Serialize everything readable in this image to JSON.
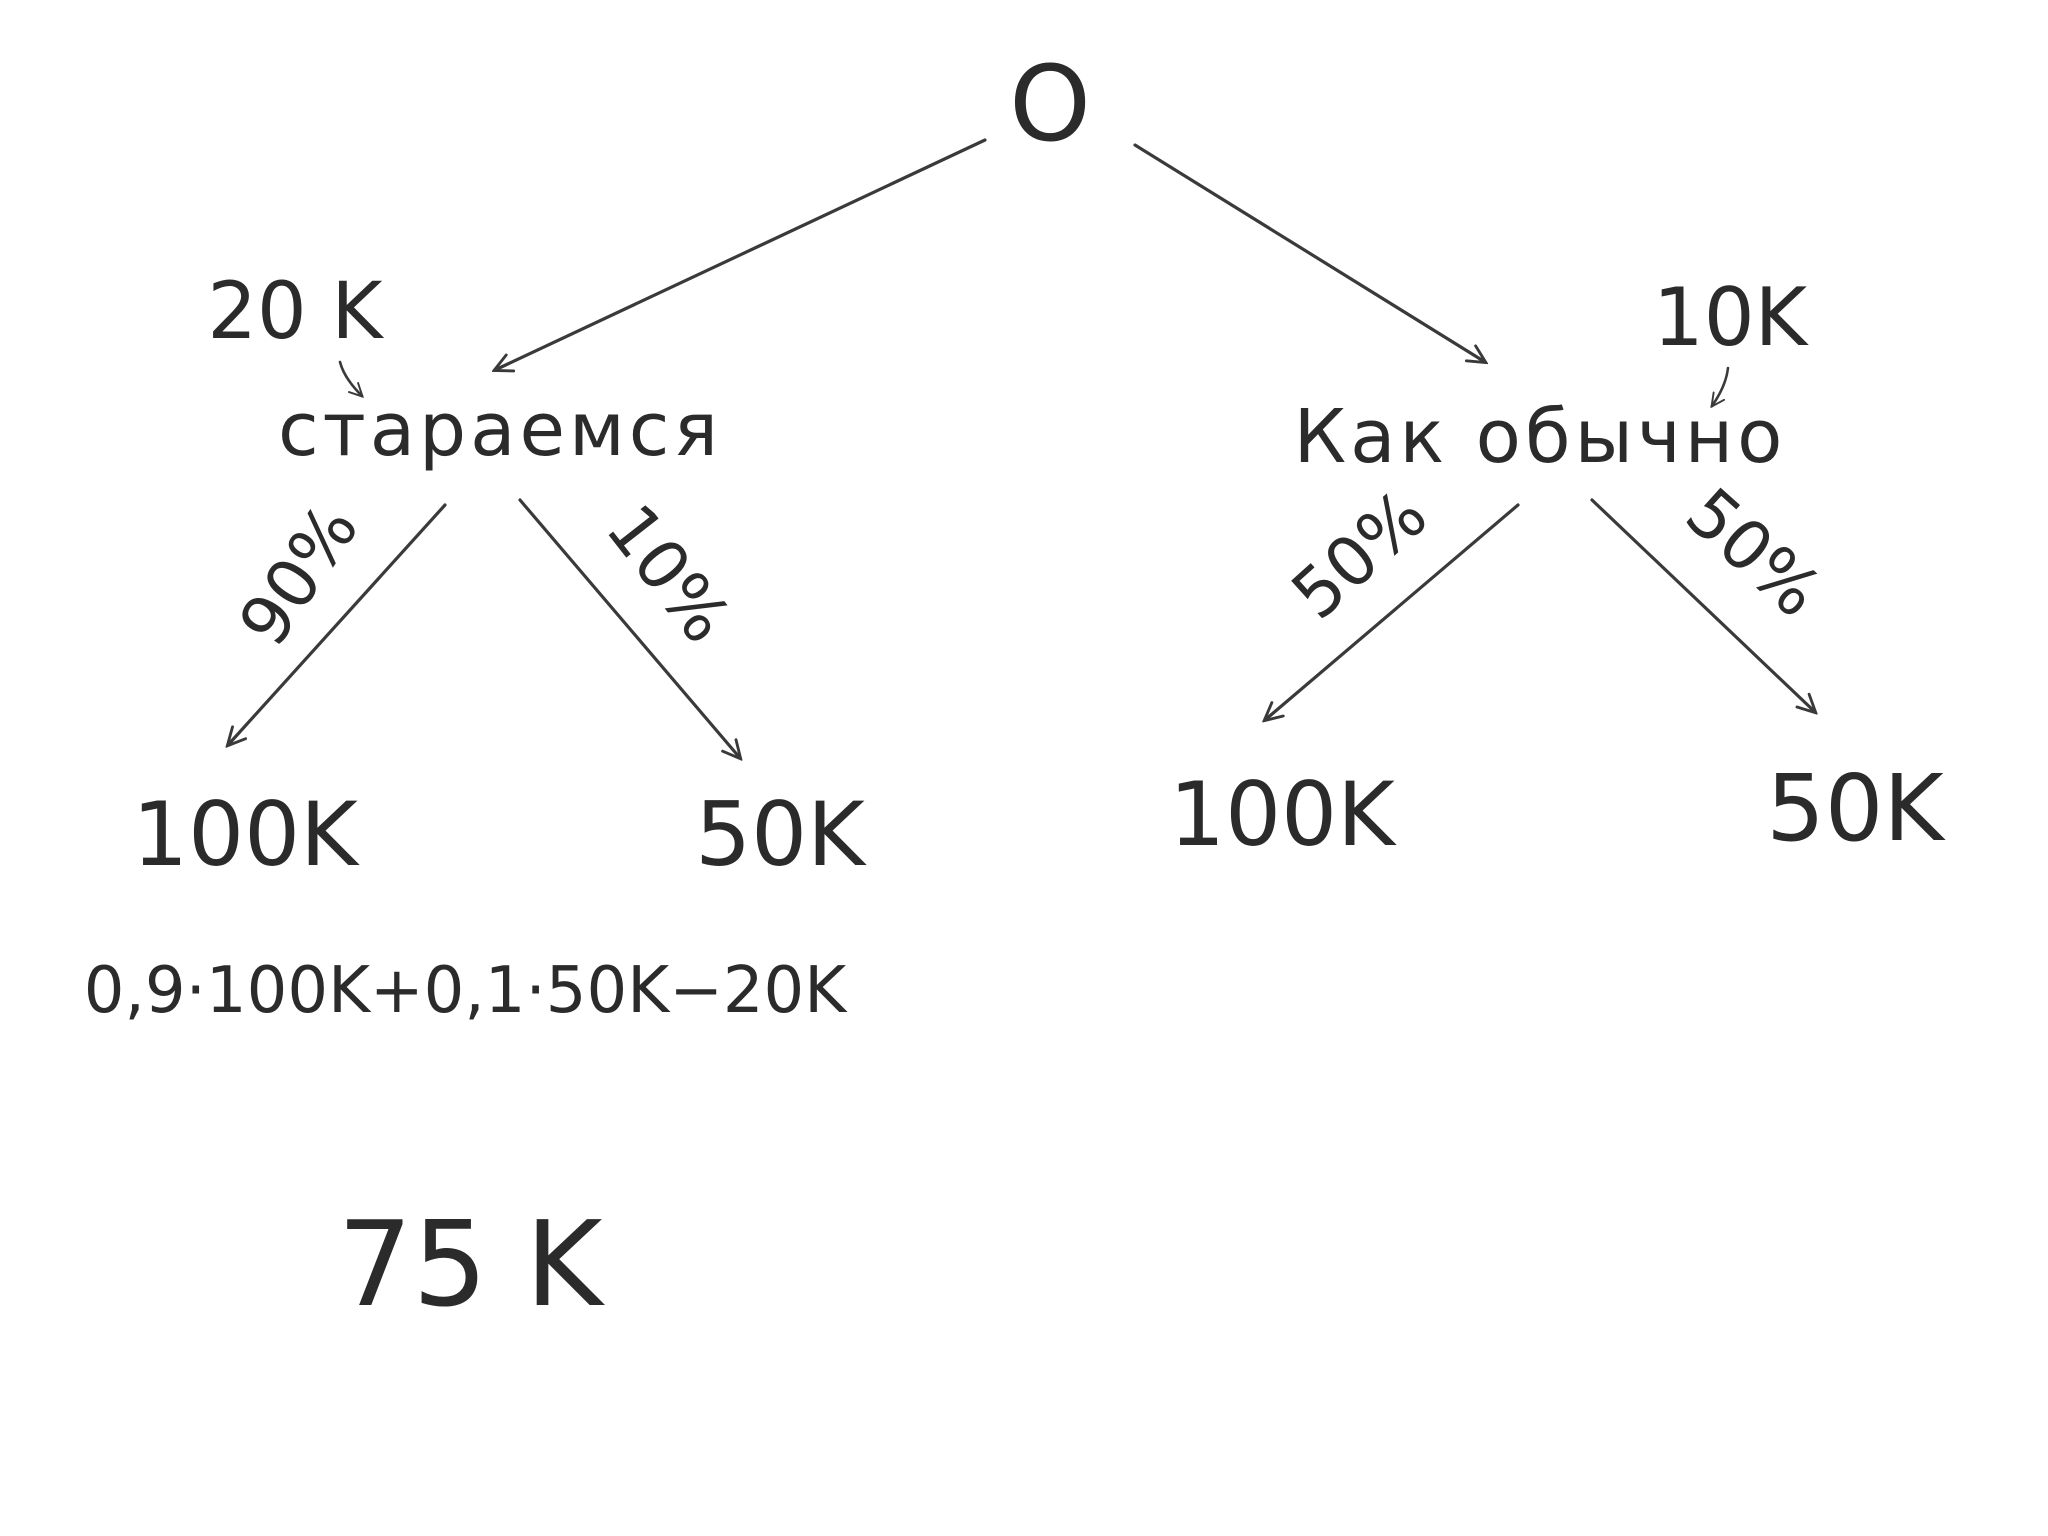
{
  "root": {
    "label": "O"
  },
  "branches": [
    {
      "cost": "20 K",
      "label": "стараемся",
      "outcomes": [
        {
          "probability": "90%",
          "value": "100K"
        },
        {
          "probability": "10%",
          "value": "50K"
        }
      ],
      "formula": "0,9·100K+0,1·50K−20K",
      "result": "75 K"
    },
    {
      "cost": "10K",
      "label": "Как обычно",
      "outcomes": [
        {
          "probability": "50%",
          "value": "100K"
        },
        {
          "probability": "50%",
          "value": "50K"
        }
      ]
    }
  ],
  "colors": {
    "ink": "#2b2b2b",
    "background": "#ffffff"
  }
}
